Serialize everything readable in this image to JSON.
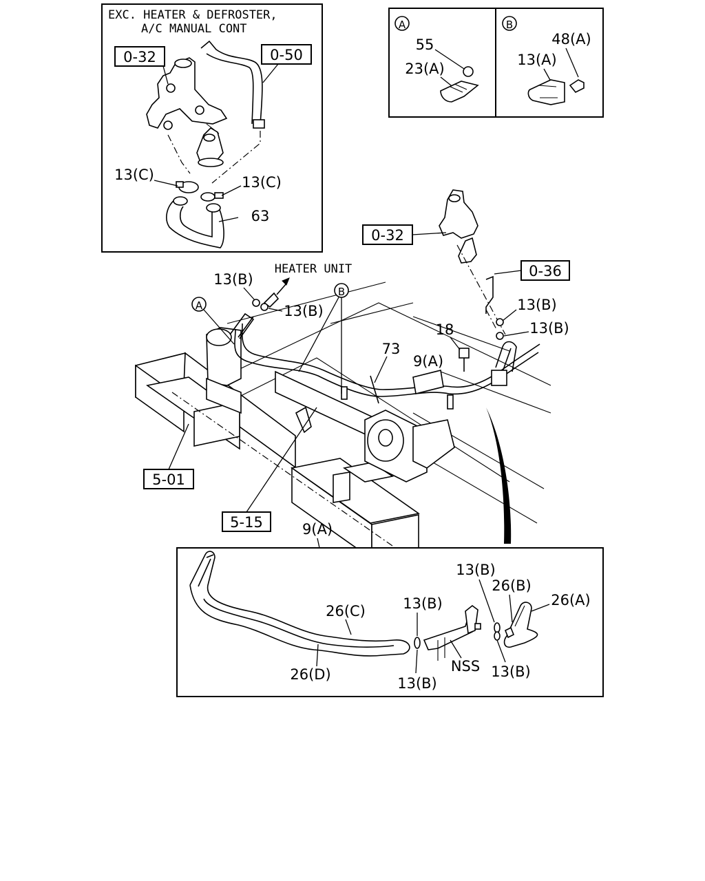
{
  "inset_exc": {
    "header_line1": "EXC. HEATER & DEFROSTER,",
    "header_line2": "A/C MANUAL CONT",
    "ref_032": "0-32",
    "ref_050": "0-50",
    "label_13c_left": "13(C)",
    "label_13c_right": "13(C)",
    "label_63": "63"
  },
  "inset_a": {
    "marker": "A",
    "label_55": "55",
    "label_23a": "23(A)"
  },
  "inset_b": {
    "marker": "B",
    "label_48a": "48(A)",
    "label_13a": "13(A)"
  },
  "main": {
    "heater_unit": "HEATER UNIT",
    "ref_032": "0-32",
    "ref_036": "0-36",
    "ref_501": "5-01",
    "ref_515": "5-15",
    "marker_a": "A",
    "marker_b": "B",
    "label_13b_1": "13(B)",
    "label_13b_2": "13(B)",
    "label_13b_3": "13(B)",
    "label_13b_4": "13(B)",
    "label_18": "18",
    "label_73": "73",
    "label_9a": "9(A)"
  },
  "detail": {
    "title_9a": "9(A)",
    "label_26c": "26(C)",
    "label_26d": "26(D)",
    "label_13b_top_mid": "13(B)",
    "label_13b_bottom_mid": "13(B)",
    "label_13b_top_right": "13(B)",
    "label_13b_bottom_right": "13(B)",
    "label_26b": "26(B)",
    "label_26a": "26(A)",
    "label_nss": "NSS"
  }
}
